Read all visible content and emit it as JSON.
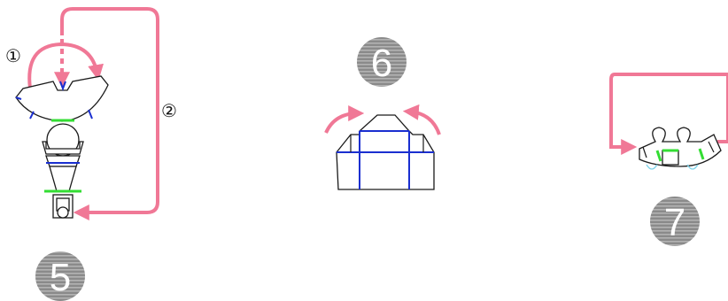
{
  "colors": {
    "arrow": "#f07896",
    "line": "#1a1a1a",
    "fold_blue": "#1a2fd0",
    "fold_green": "#33dd33",
    "badge_gray": "#8c8c8c",
    "light_blue": "#7fd3ea"
  },
  "steps": {
    "five": {
      "number": "5",
      "sub1": "①",
      "sub2": "②"
    },
    "six": {
      "number": "6"
    },
    "seven": {
      "number": "7"
    }
  }
}
